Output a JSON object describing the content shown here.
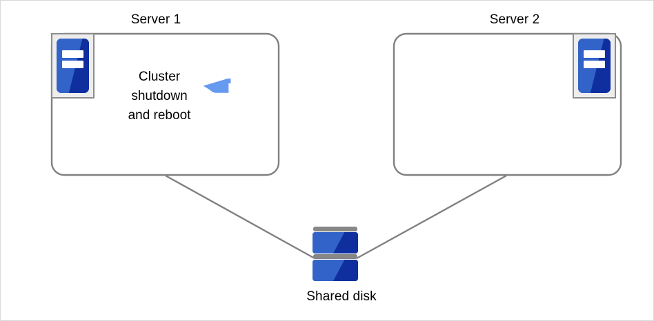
{
  "diagram": {
    "type": "cluster-architecture",
    "background_color": "#ffffff",
    "frame_border_color": "#d9d9d9"
  },
  "nodes": {
    "server1": {
      "label": "Server 1",
      "icon": "server-icon",
      "icon_position": "top-left",
      "body_text_lines": [
        "Cluster",
        "shutdown",
        "and reboot"
      ],
      "status_icon": "reboot-icon",
      "box_border_color": "#808080"
    },
    "server2": {
      "label": "Server 2",
      "icon": "server-icon",
      "icon_position": "top-right",
      "body_text_lines": [],
      "box_border_color": "#808080"
    },
    "shared_disk": {
      "label": "Shared disk",
      "icon": "disk-stack-icon"
    }
  },
  "connectors": [
    {
      "name": "server1-to-shared-disk",
      "from": "server1",
      "to": "shared_disk",
      "color": "#808080"
    },
    {
      "name": "server2-to-shared-disk",
      "from": "server2",
      "to": "shared_disk",
      "color": "#808080"
    }
  ],
  "colors": {
    "icon_blue_light": "#3263c8",
    "icon_blue_dark": "#102f9e",
    "icon_frame_gray": "#8c8c8c",
    "icon_fill_gray": "#ededed",
    "reboot_blue": "#6699f0",
    "disk_bar_gray": "#878787",
    "outline_gray": "#808080",
    "text_black": "#000000"
  }
}
